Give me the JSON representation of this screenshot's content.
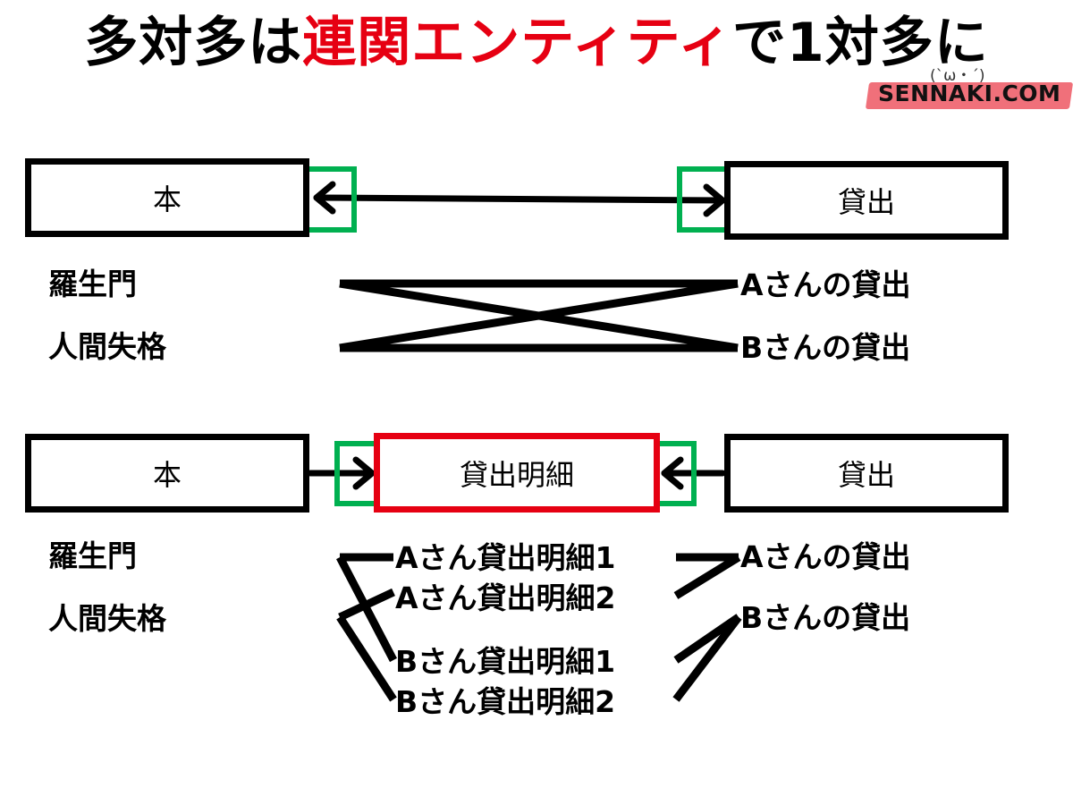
{
  "title": {
    "part1": "多対多は",
    "part2": "連関エンティティ",
    "part3": "で1対多に"
  },
  "brand": {
    "text": "SENNAKI.COM",
    "face": "(`ω・´)"
  },
  "diagram1": {
    "box_left": "本",
    "box_right": "貸出",
    "left_items": [
      "羅生門",
      "人間失格"
    ],
    "right_items": [
      "Aさんの貸出",
      "Bさんの貸出"
    ]
  },
  "diagram2": {
    "box_left": "本",
    "box_middle": "貸出明細",
    "box_right": "貸出",
    "left_items": [
      "羅生門",
      "人間失格"
    ],
    "middle_items": [
      "Aさん貸出明細1",
      "Aさん貸出明細2",
      "Bさん貸出明細1",
      "Bさん貸出明細2"
    ],
    "right_items": [
      "Aさんの貸出",
      "Bさんの貸出"
    ]
  },
  "colors": {
    "accent_red": "#e60012",
    "highlight_green": "#00b050",
    "brand_pink": "#f0707a"
  }
}
